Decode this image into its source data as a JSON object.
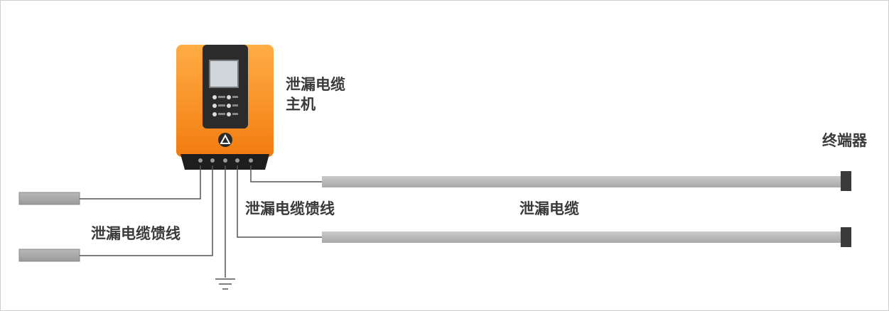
{
  "labels": {
    "host_line1": "泄漏电缆",
    "host_line2": "主机",
    "terminator": "终端器",
    "feeder_left": "泄漏电缆馈线",
    "feeder_mid": "泄漏电缆馈线",
    "leak_cable": "泄漏电缆"
  },
  "colors": {
    "host_orange_top": "#ffa43a",
    "host_orange_bottom": "#f07a12",
    "host_panel": "#2b2b2b",
    "host_base": "#1e1e1e",
    "cable_gray": "#b8b8b8",
    "terminator": "#3a3a3a",
    "wire": "#555555",
    "text": "#3a3a3a"
  },
  "icons": {
    "host_logo": "triangle-logo-icon",
    "ground": "ground-symbol-icon"
  }
}
